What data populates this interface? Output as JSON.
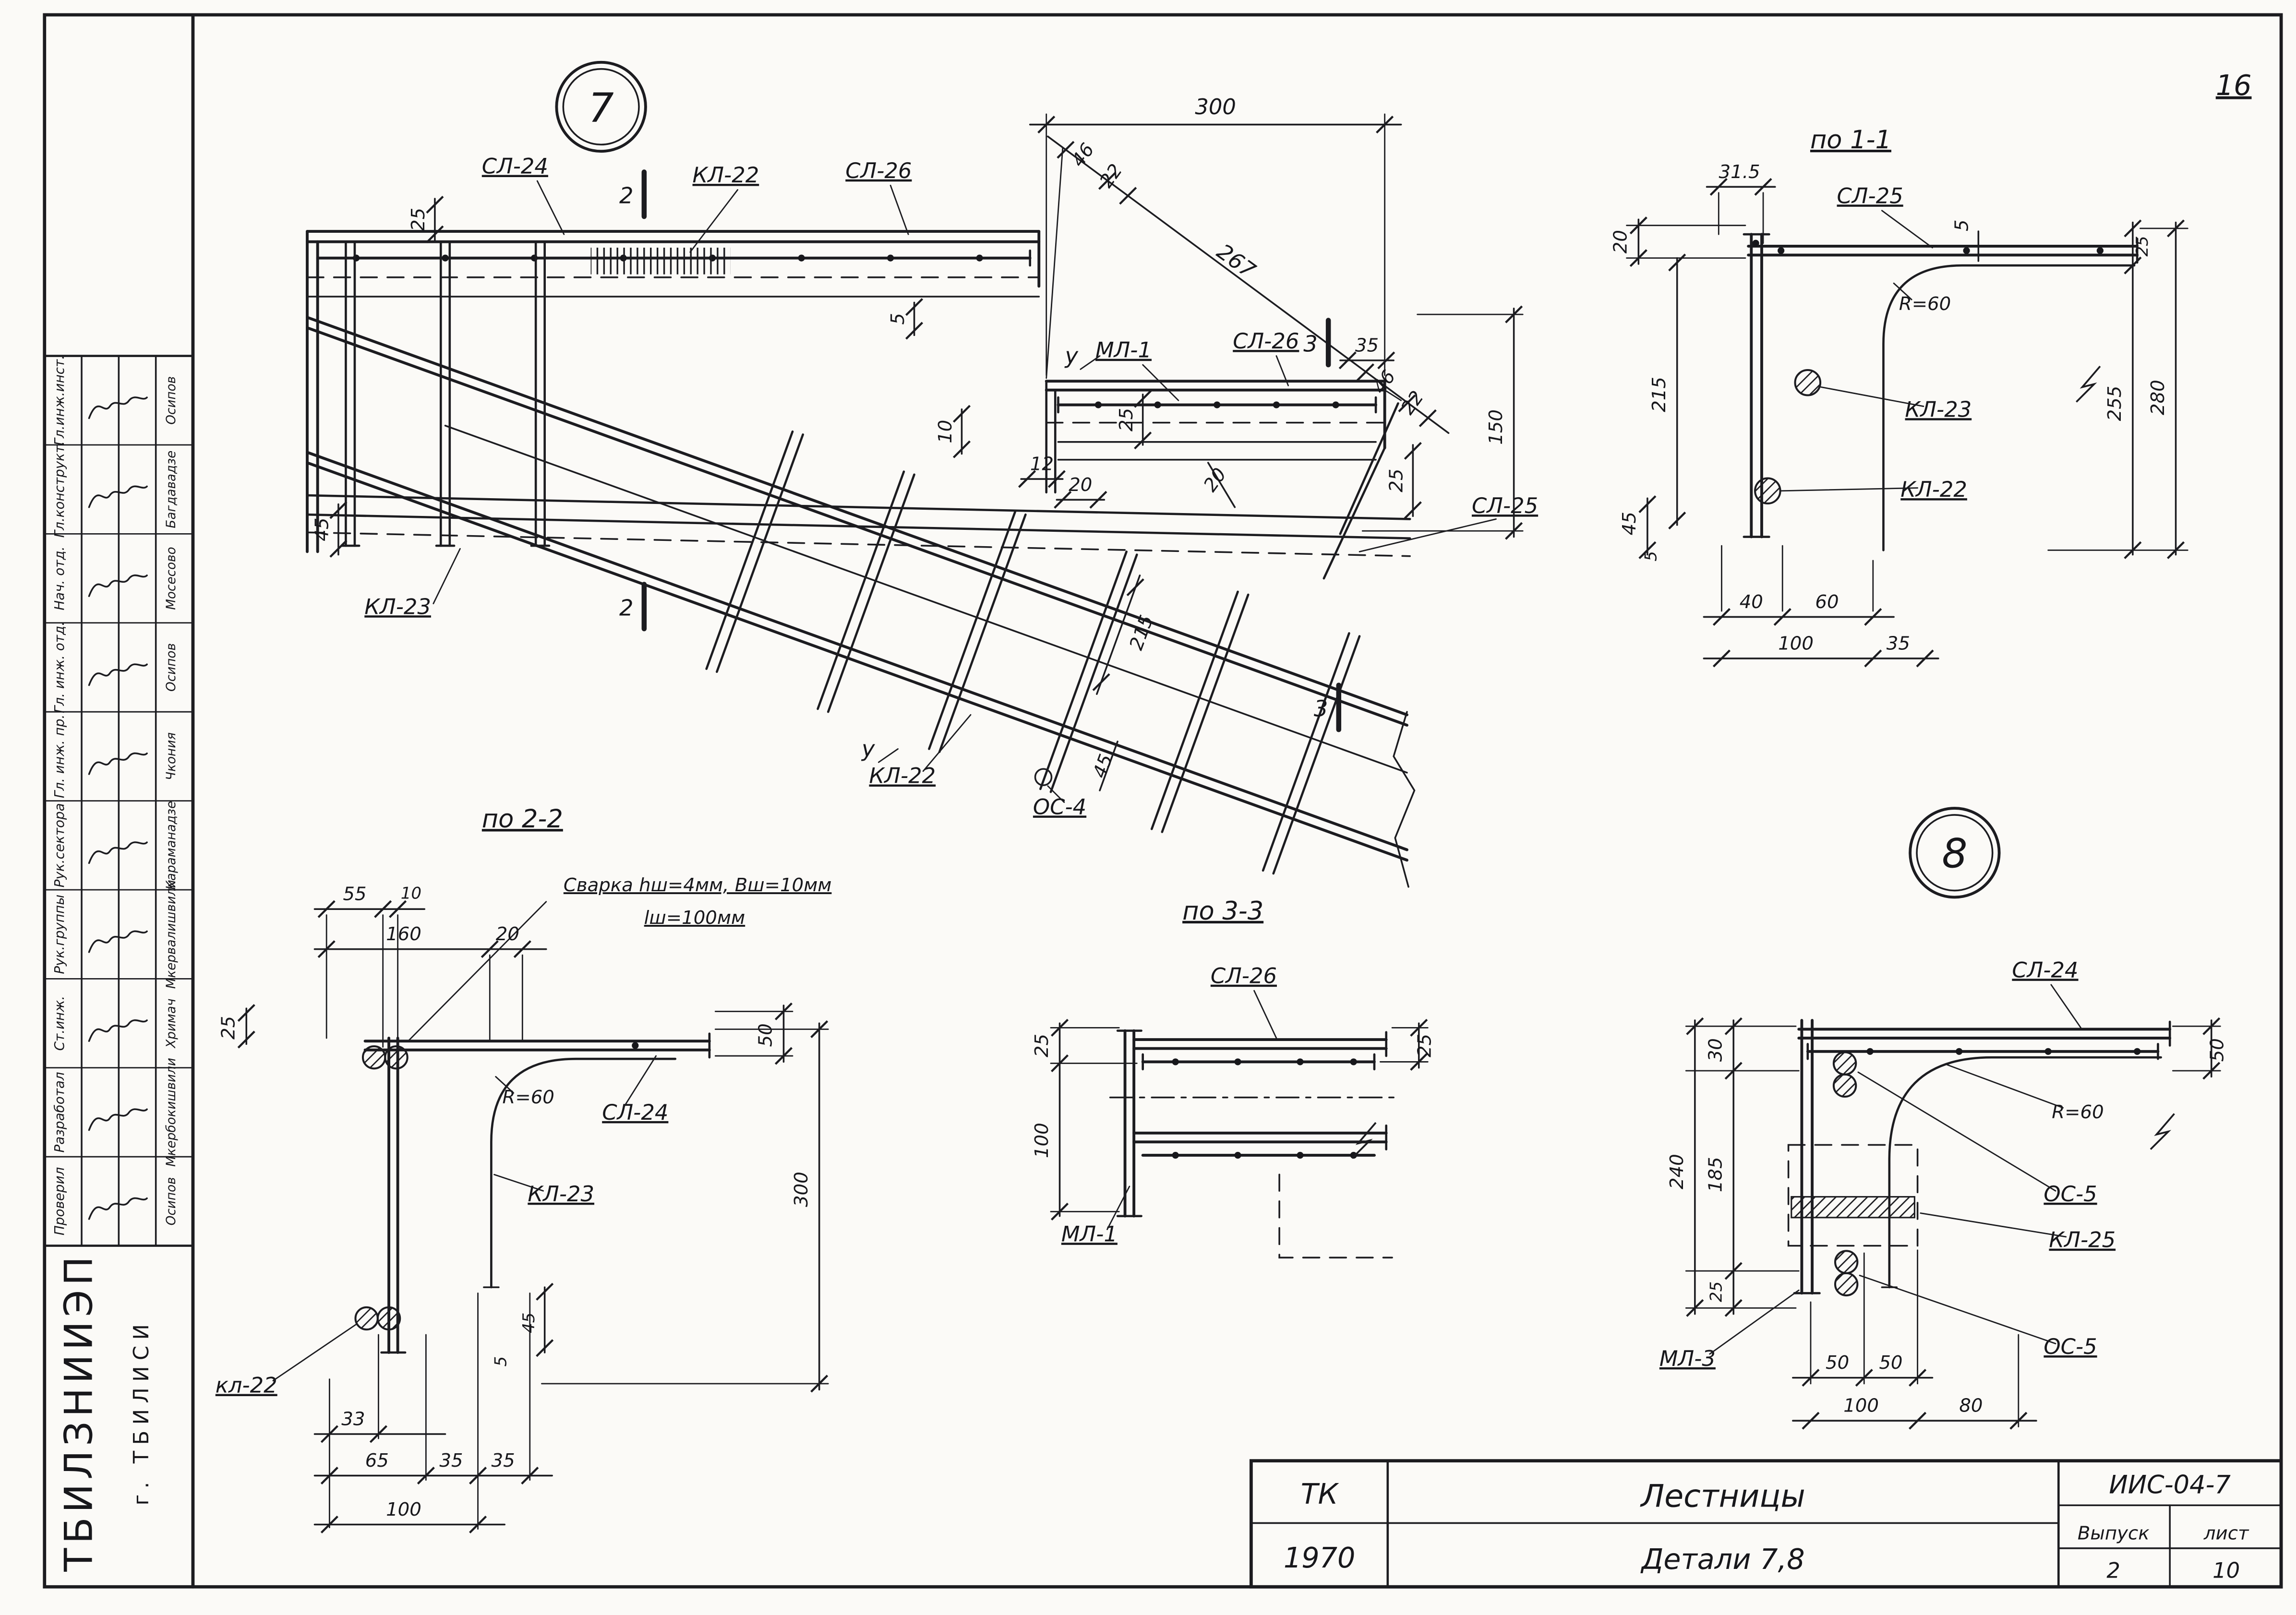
{
  "sheet": {
    "number": "16"
  },
  "org": {
    "institute": "ТБИЛЗНИИЭП",
    "city": "г. ТБИЛИСИ"
  },
  "signatures": {
    "roles": [
      "Гл.инж.инст.",
      "Гл.конструкт.",
      "Нач. отд.",
      "Гл. инж. отд.",
      "Гл. инж. пр.",
      "Рук.сектора",
      "Рук.группы",
      "Ст.инж.",
      "Разработал",
      "Проверил"
    ],
    "names": [
      "Осипов",
      "Багдавадзе",
      "Мосесово",
      "Осипов",
      "Чкония",
      "Караманадзе",
      "Мкервалишвили",
      "Хримач",
      "Мкербокишвили",
      "Осипов"
    ]
  },
  "detail7": {
    "number": "7",
    "labels": {
      "sl24": "СЛ-24",
      "kl22_top": "КЛ-22",
      "sl26_top": "СЛ-26",
      "ml1": "МЛ-1",
      "sl26_mid": "СЛ-26",
      "sl25": "СЛ-25",
      "kl23": "КЛ-23",
      "kl22_bot": "КЛ-22",
      "os4": "ОС-4"
    },
    "dims": {
      "d300": "300",
      "d46a": "46",
      "d22a": "22",
      "d267": "267",
      "d46b": "46",
      "d22b": "22",
      "d150": "150",
      "d35": "35",
      "d25a": "25",
      "d25b": "25",
      "d25l": "25",
      "d45l": "45",
      "d10": "10",
      "d5": "5",
      "d12": "12",
      "d20a": "20",
      "d20b": "20",
      "d215": "215",
      "d45a": "45"
    },
    "marks": {
      "s2": "2",
      "s3": "3",
      "view": "у"
    }
  },
  "section11": {
    "title": "по 1-1",
    "labels": {
      "sl25": "СЛ-25",
      "r60": "R=60",
      "kl23": "КЛ-23",
      "kl22": "КЛ-22"
    },
    "dims": {
      "d315": "31.5",
      "d5a": "5",
      "d20": "20",
      "d215": "215",
      "d45": "45",
      "d5b": "5",
      "d40": "40",
      "d60": "60",
      "d100": "100",
      "d35": "35",
      "d25": "25",
      "d255": "255",
      "d280": "280"
    }
  },
  "section22": {
    "title": "по 2-2",
    "weld_note_1": "Сварка hш=4мм, Вш=10мм",
    "weld_note_2": "lш=100мм",
    "labels": {
      "r60": "R=60",
      "sl24": "СЛ-24",
      "kl23": "КЛ-23",
      "kl22": "кл-22"
    },
    "dims": {
      "d55": "55",
      "d10": "10",
      "d160": "160",
      "d20": "20",
      "d25": "25",
      "d50": "50",
      "d300": "300",
      "d5": "5",
      "d45": "45",
      "d33": "33",
      "d65": "65",
      "d35a": "35",
      "d35b": "35",
      "d100": "100"
    }
  },
  "section33": {
    "title": "по 3-3",
    "labels": {
      "sl26": "СЛ-26",
      "ml1": "МЛ-1"
    },
    "dims": {
      "d25l": "25",
      "d100": "100",
      "d25r": "25"
    }
  },
  "detail8": {
    "number": "8",
    "labels": {
      "sl24": "СЛ-24",
      "r60": "R=60",
      "os5a": "ОС-5",
      "kl25": "КЛ-25",
      "os5b": "ОС-5",
      "ml3": "МЛ-3"
    },
    "dims": {
      "d30": "30",
      "d185": "185",
      "d25": "25",
      "d240": "240",
      "d50r": "50",
      "d50a": "50",
      "d50b": "50",
      "d100": "100",
      "d80": "80"
    }
  },
  "titleblock": {
    "tk": "ТК",
    "year": "1970",
    "title": "Лестницы",
    "subtitle": "Детали 7,8",
    "code": "ИИС-04-7",
    "issue_label": "Выпуск",
    "issue": "2",
    "sheet_label": "лист",
    "sheet": "10"
  }
}
